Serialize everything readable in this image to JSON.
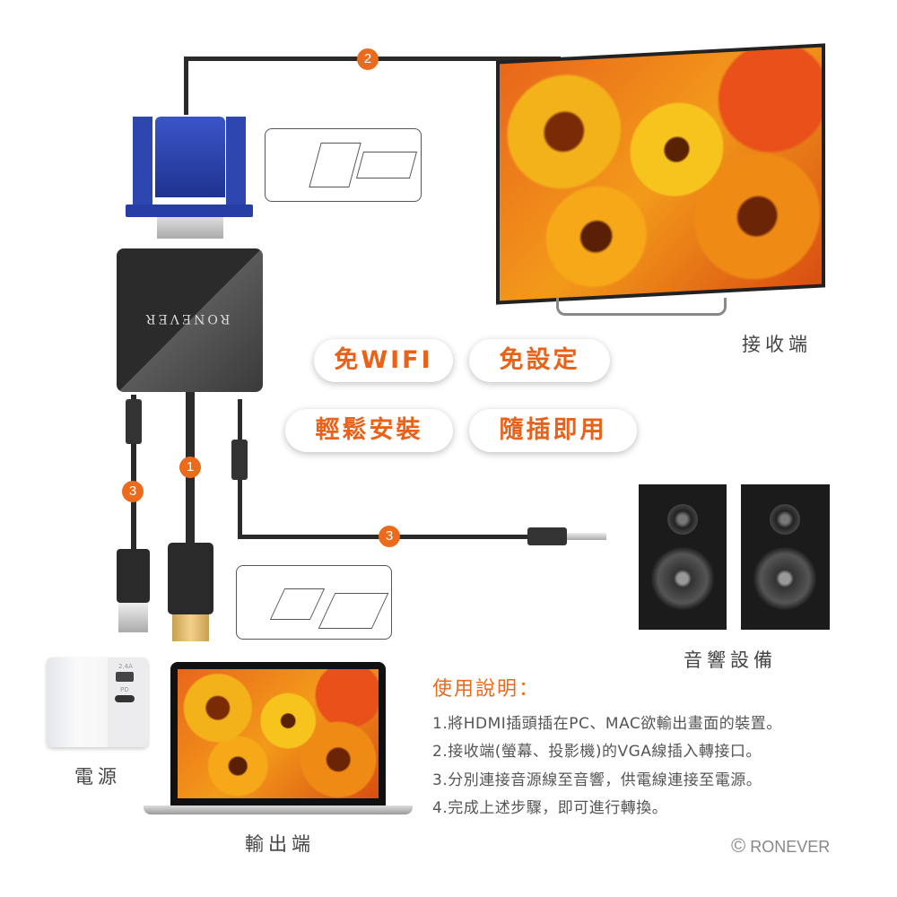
{
  "badges": {
    "vga_cable": "2",
    "hdmi_cable": "1",
    "power_cable": "3",
    "audio_cable": "3"
  },
  "adapter": {
    "brand": "RONEVER"
  },
  "features": [
    "免WIFI",
    "免設定",
    "輕鬆安裝",
    "隨插即用"
  ],
  "labels": {
    "receiver": "接收端",
    "audio": "音響設備",
    "power": "電源",
    "output": "輸出端"
  },
  "charger": {
    "usb_a": "2.4A",
    "usb_c": "PD"
  },
  "instructions": {
    "title": "使用說明：",
    "steps": [
      "1.將HDMI插頭插在PC、MAC欲輸出畫面的裝置。",
      "2.接收端(螢幕、投影機)的VGA線插入轉接口。",
      "3.分別連接音源線至音響，供電線連接至電源。",
      "4.完成上述步驟，即可進行轉換。"
    ]
  },
  "copyright": {
    "symbol": "©",
    "brand": "RONEVER"
  },
  "colors": {
    "accent": "#ec6a1c",
    "vga_blue": "#2a3f9e"
  }
}
